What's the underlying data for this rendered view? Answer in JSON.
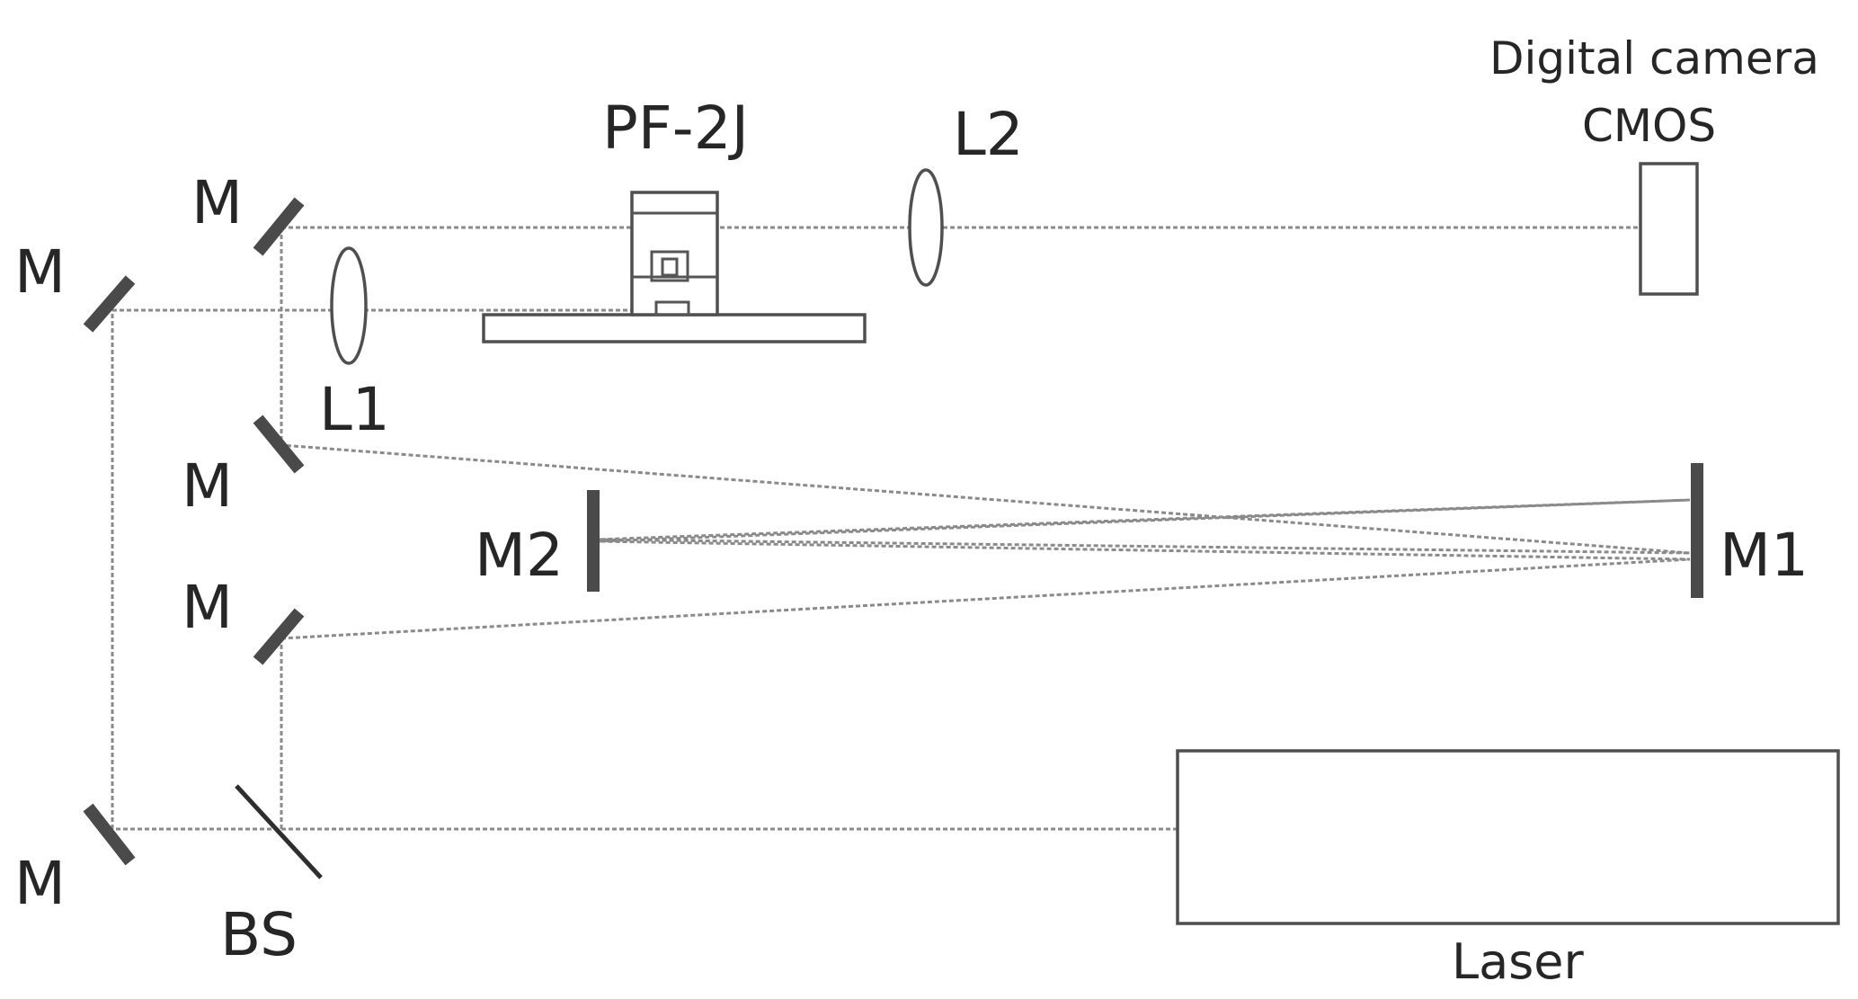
{
  "labels": {
    "camera_line1": "Digital camera",
    "camera_line2": "CMOS",
    "sample": "PF-2J",
    "lens2": "L2",
    "lens1": "L1",
    "mirror": "M",
    "mirror1": "M1",
    "mirror2": "M2",
    "beam_splitter": "BS",
    "laser": "Laser"
  }
}
